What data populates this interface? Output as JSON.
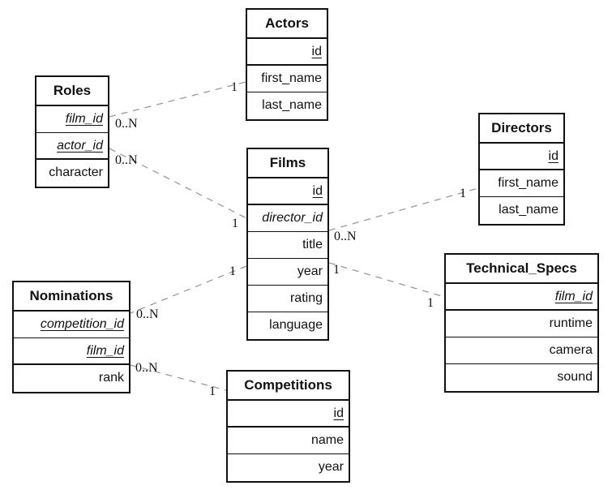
{
  "diagram": {
    "colors": {
      "background": "#ffffff",
      "table_border": "#111111",
      "text": "#111111",
      "relation_line": "#999999"
    },
    "tables": [
      {
        "name": "Actors",
        "fields": [
          {
            "label": "id",
            "primary_key": true,
            "foreign_key": false
          },
          {
            "label": "first_name",
            "primary_key": false,
            "foreign_key": false
          },
          {
            "label": "last_name",
            "primary_key": false,
            "foreign_key": false
          }
        ]
      },
      {
        "name": "Roles",
        "fields": [
          {
            "label": "film_id",
            "primary_key": true,
            "foreign_key": true
          },
          {
            "label": "actor_id",
            "primary_key": true,
            "foreign_key": true
          },
          {
            "label": "character",
            "primary_key": false,
            "foreign_key": false
          }
        ]
      },
      {
        "name": "Films",
        "fields": [
          {
            "label": "id",
            "primary_key": true,
            "foreign_key": false
          },
          {
            "label": "director_id",
            "primary_key": false,
            "foreign_key": true
          },
          {
            "label": "title",
            "primary_key": false,
            "foreign_key": false
          },
          {
            "label": "year",
            "primary_key": false,
            "foreign_key": false
          },
          {
            "label": "rating",
            "primary_key": false,
            "foreign_key": false
          },
          {
            "label": "language",
            "primary_key": false,
            "foreign_key": false
          }
        ]
      },
      {
        "name": "Directors",
        "fields": [
          {
            "label": "id",
            "primary_key": true,
            "foreign_key": false
          },
          {
            "label": "first_name",
            "primary_key": false,
            "foreign_key": false
          },
          {
            "label": "last_name",
            "primary_key": false,
            "foreign_key": false
          }
        ]
      },
      {
        "name": "Nominations",
        "fields": [
          {
            "label": "competition_id",
            "primary_key": true,
            "foreign_key": true
          },
          {
            "label": "film_id",
            "primary_key": true,
            "foreign_key": true
          },
          {
            "label": "rank",
            "primary_key": false,
            "foreign_key": false
          }
        ]
      },
      {
        "name": "Technical_Specs",
        "fields": [
          {
            "label": "film_id",
            "primary_key": true,
            "foreign_key": true
          },
          {
            "label": "runtime",
            "primary_key": false,
            "foreign_key": false
          },
          {
            "label": "camera",
            "primary_key": false,
            "foreign_key": false
          },
          {
            "label": "sound",
            "primary_key": false,
            "foreign_key": false
          }
        ]
      },
      {
        "name": "Competitions",
        "fields": [
          {
            "label": "id",
            "primary_key": true,
            "foreign_key": false
          },
          {
            "label": "name",
            "primary_key": false,
            "foreign_key": false
          },
          {
            "label": "year",
            "primary_key": false,
            "foreign_key": false
          }
        ]
      }
    ],
    "relations": [
      {
        "from_table": "Roles",
        "to_table": "Actors",
        "from_card": "0..N",
        "to_card": "1"
      },
      {
        "from_table": "Roles",
        "to_table": "Films",
        "from_card": "0..N",
        "to_card": "1"
      },
      {
        "from_table": "Films",
        "to_table": "Directors",
        "from_card": "0..N",
        "to_card": "1"
      },
      {
        "from_table": "Films",
        "to_table": "Technical_Specs",
        "from_card": "1",
        "to_card": "1"
      },
      {
        "from_table": "Films",
        "to_table": "Nominations",
        "from_card": "1",
        "to_card": "0..N"
      },
      {
        "from_table": "Nominations",
        "to_table": "Competitions",
        "from_card": "0..N",
        "to_card": "1"
      }
    ]
  }
}
